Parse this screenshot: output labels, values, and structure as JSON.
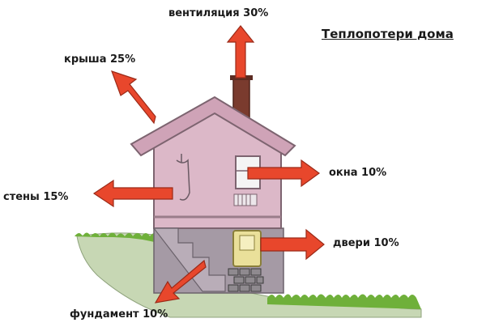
{
  "title": "Теплопотери дома",
  "labels": {
    "ventilation": "вентиляция 30%",
    "roof": "крыша 25%",
    "windows": "окна 10%",
    "walls": "стены 15%",
    "doors": "двери 10%",
    "foundation": "фундамент 10%"
  },
  "colors": {
    "arrow": "#e8472c",
    "arrow_stroke": "#9b2a18",
    "house_wall": "#dcb8c8",
    "roof_edge": "#cfa3b7",
    "chimney": "#7a3b2e",
    "foundation": "#a59aa5",
    "grass": "#6fb03a",
    "ground": "#c7d7b4",
    "door": "#eae09a",
    "window": "#f4f4f4"
  },
  "chart_data": {
    "type": "diagram",
    "title": "Теплопотери дома",
    "items": [
      {
        "label": "вентиляция",
        "value": 30
      },
      {
        "label": "крыша",
        "value": 25
      },
      {
        "label": "стены",
        "value": 15
      },
      {
        "label": "окна",
        "value": 10
      },
      {
        "label": "двери",
        "value": 10
      },
      {
        "label": "фундамент",
        "value": 10
      }
    ]
  }
}
